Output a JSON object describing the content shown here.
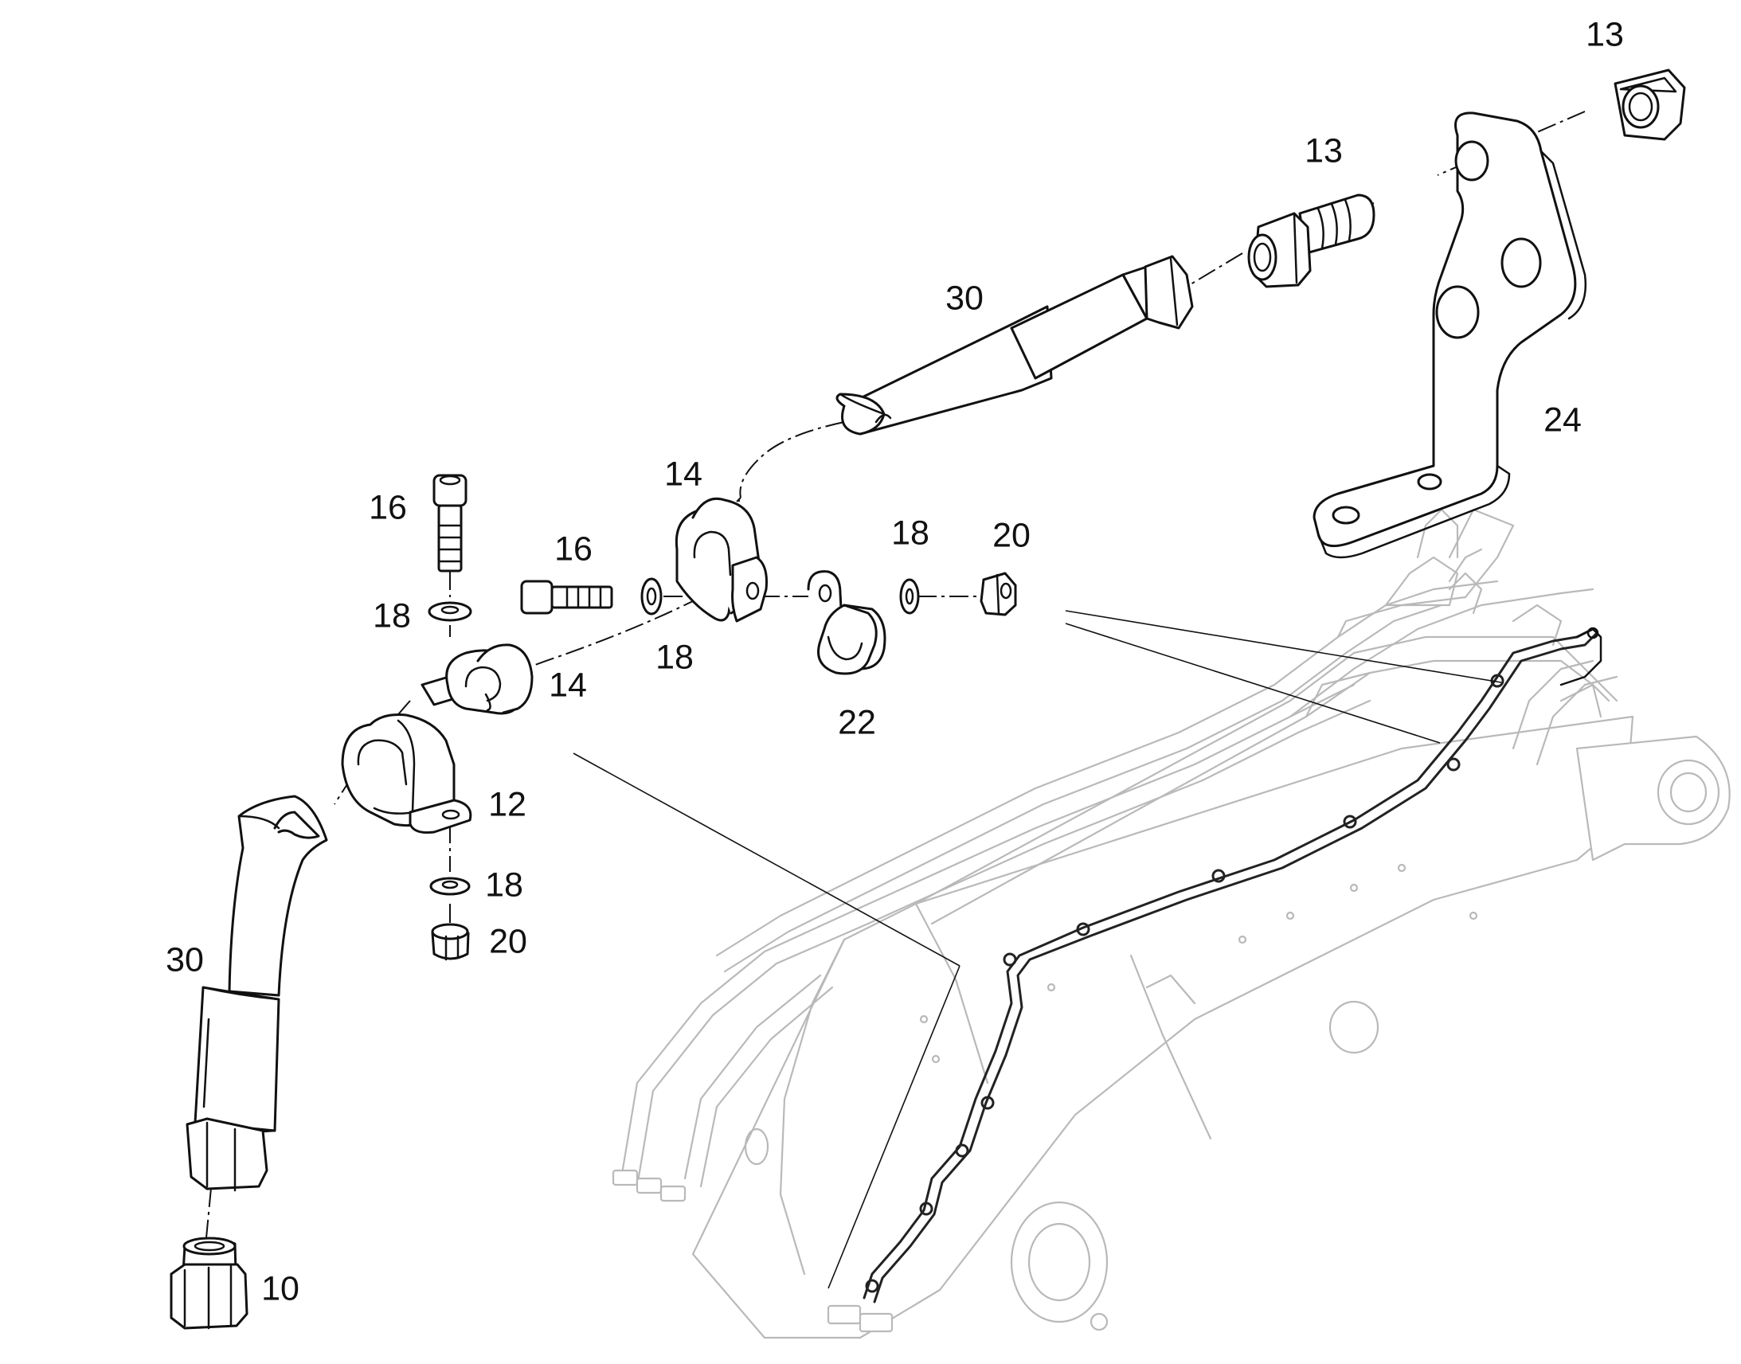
{
  "diagram": {
    "labels": {
      "nut_top_right": "13",
      "adapter_top": "13",
      "hose_top": "30",
      "bracket": "24",
      "clamp_upper": "14",
      "bolt_horizontal": "16",
      "washer_horizontal_right": "18",
      "nut_horizontal": "20",
      "washer_horizontal_left": "18",
      "clamp_half_lower": "22",
      "bolt_vertical": "16",
      "washer_vertical_top": "18",
      "clamp_left": "14",
      "clamp_block": "12",
      "washer_vertical_bottom": "18",
      "nut_vertical": "20",
      "hose_bottom": "30",
      "adapter_bottom": "10"
    }
  }
}
